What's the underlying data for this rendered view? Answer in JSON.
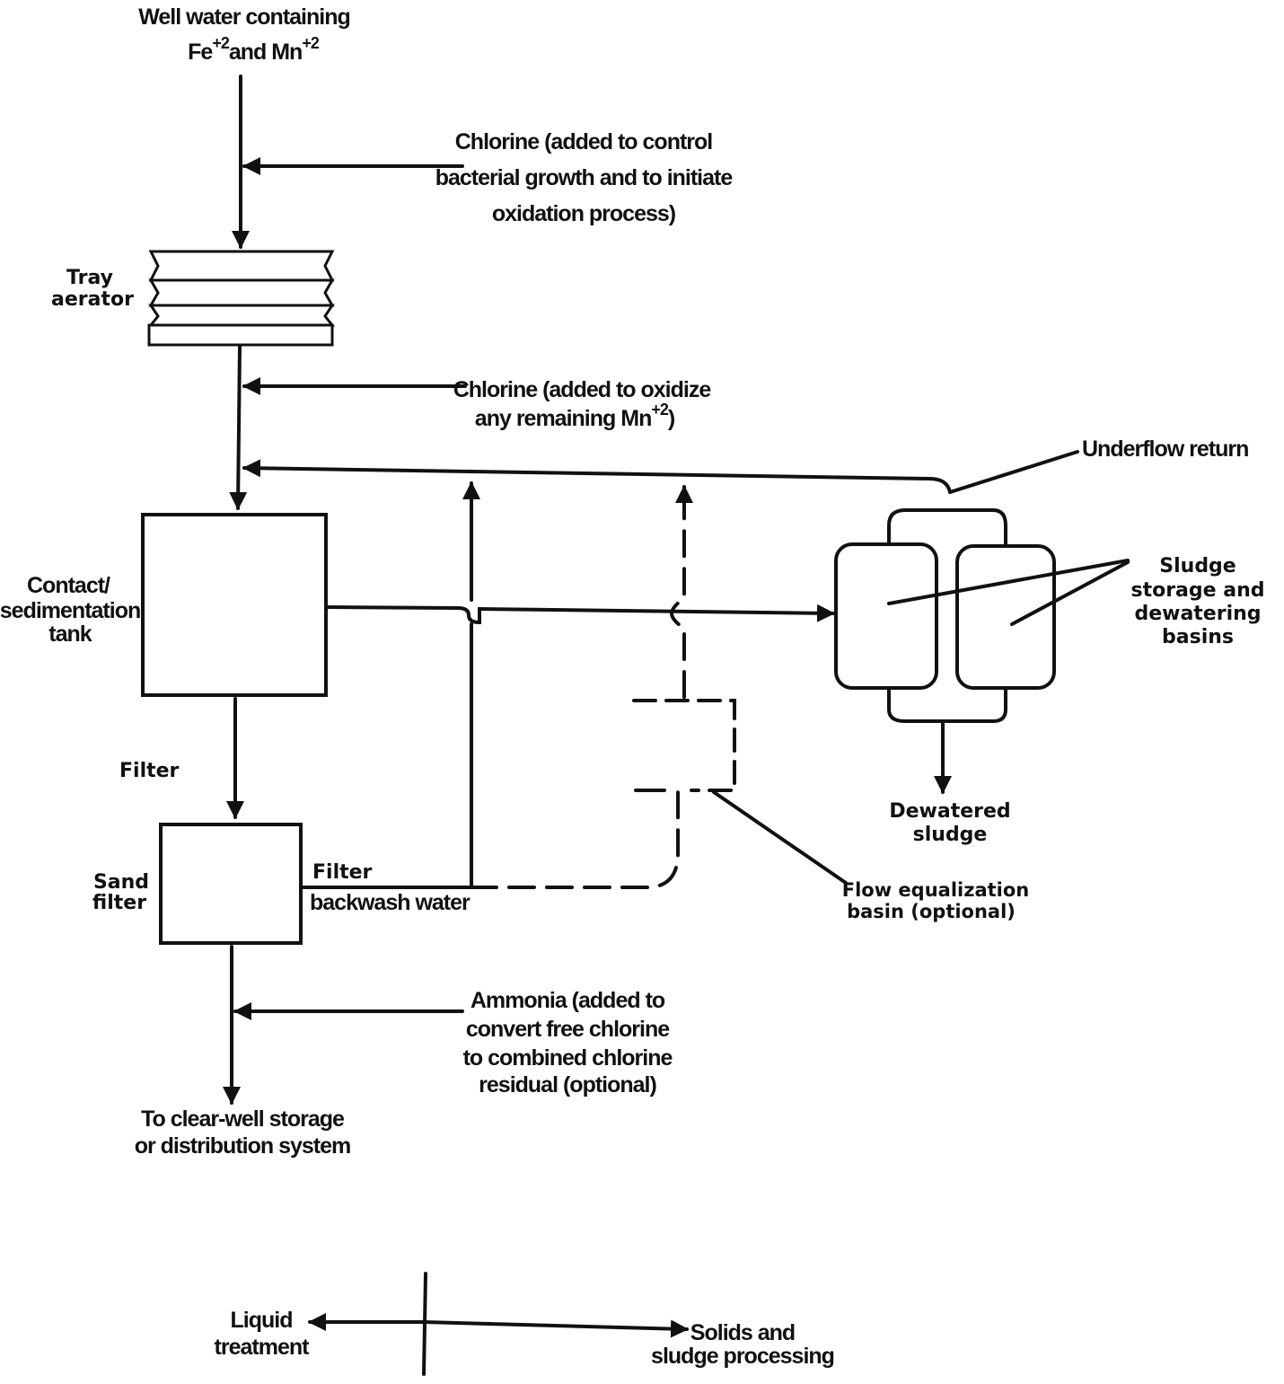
{
  "labels": {
    "well_water_line1": "Well water containing",
    "fe": "Fe",
    "fe_sup": "+2",
    "and_mn": "and Mn",
    "mn_sup": "+2",
    "chlorine1_line1": "Chlorine (added to control",
    "chlorine1_line2": "bacterial growth and to initiate",
    "chlorine1_line3": "oxidation process)",
    "tray_line1": "Tray",
    "tray_line2": "aerator",
    "chlorine2_line1": "Chlorine (added to oxidize",
    "chlorine2_line2": "any remaining Mn",
    "chlorine2_sup": "+2",
    "chlorine2_close": ")",
    "underflow_return": "Underflow return",
    "contact_line1": "Contact/",
    "contact_line2": "sedimentation",
    "contact_line3": "tank",
    "sludge_line1": "Sludge",
    "sludge_line2": "storage and",
    "sludge_line3": "dewatering",
    "sludge_line4": "basins",
    "filter": "Filter",
    "dewatered_line1": "Dewatered",
    "dewatered_line2": "sludge",
    "sand_line1": "Sand",
    "sand_line2": "filter",
    "filter_backwash_line1": "Filter",
    "filter_backwash_line2": "backwash water",
    "flow_eq_line1": "Flow equalization",
    "flow_eq_line2": "basin (optional)",
    "ammonia_line1": "Ammonia (added to",
    "ammonia_line2": "convert free chlorine",
    "ammonia_line3": "to combined chlorine",
    "ammonia_line4": "residual (optional)",
    "clearwell_line1": "To clear-well storage",
    "clearwell_line2": "or distribution system",
    "liquid_line1": "Liquid",
    "liquid_line2": "treatment",
    "solids_line1": "Solids and",
    "solids_line2": "sludge processing"
  }
}
